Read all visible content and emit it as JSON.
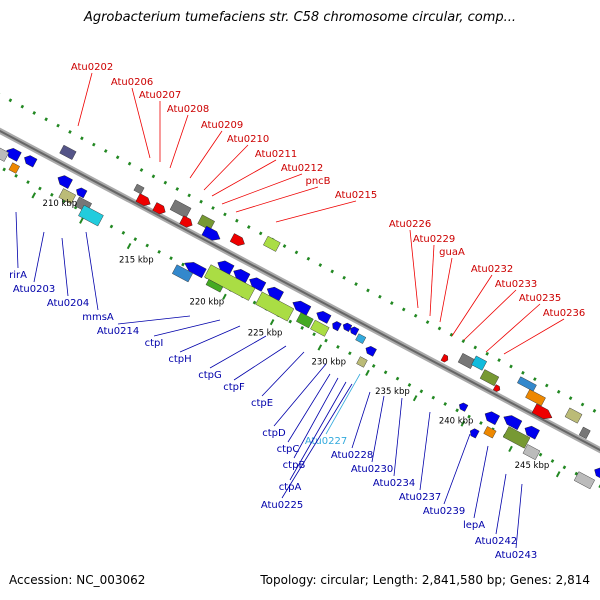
{
  "header": {
    "title": "Agrobacterium tumefaciens str. C58 chromosome circular, comp..."
  },
  "footer": {
    "accession": "Accession: NC_003062",
    "topology": "Topology: circular; Length: 2,841,580 bp; Genes: 2,814"
  },
  "colors": {
    "top_strand_label": "#cc0000",
    "bottom_strand_label": "#0000aa",
    "highlight_label": "#33aadd",
    "forward_gene": "#ee0000",
    "reverse_gene": "#0000ee",
    "tick": "#228822",
    "backbone": "#888888"
  },
  "scale_labels": [
    "210 kbp",
    "215 kbp",
    "220 kbp",
    "225 kbp",
    "230 kbp",
    "235 kbp",
    "240 kbp",
    "245 kbp"
  ],
  "top_gene_labels": [
    "Atu0202",
    "Atu0206",
    "Atu0207",
    "Atu0208",
    "Atu0209",
    "Atu0210",
    "Atu0211",
    "Atu0212",
    "pncB",
    "Atu0215",
    "Atu0226",
    "Atu0229",
    "guaA",
    "Atu0232",
    "Atu0233",
    "Atu0235",
    "Atu0236"
  ],
  "bottom_gene_labels": [
    "rirA",
    "Atu0203",
    "Atu0204",
    "mmsA",
    "Atu0214",
    "ctpI",
    "ctpH",
    "ctpG",
    "ctpF",
    "ctpE",
    "ctpD",
    "Atu0227",
    "ctpC",
    "ctpB",
    "ctpA",
    "Atu0225",
    "Atu0228",
    "Atu0230",
    "Atu0234",
    "Atu0237",
    "Atu0239",
    "lepA",
    "Atu0242",
    "Atu0243"
  ],
  "highlight_gene_labels": [
    "Atu0227"
  ]
}
